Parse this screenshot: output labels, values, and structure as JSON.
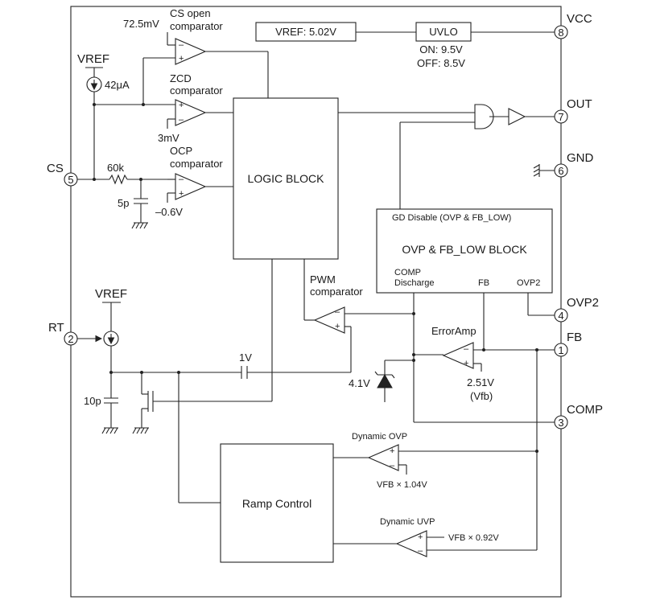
{
  "pins": {
    "vcc": {
      "name": "VCC",
      "num": "8"
    },
    "out": {
      "name": "OUT",
      "num": "7"
    },
    "gnd": {
      "name": "GND",
      "num": "6"
    },
    "cs": {
      "name": "CS",
      "num": "5"
    },
    "ovp2": {
      "name": "OVP2",
      "num": "4"
    },
    "rt": {
      "name": "RT",
      "num": "2"
    },
    "fb": {
      "name": "FB",
      "num": "1"
    },
    "comp": {
      "name": "COMP",
      "num": "3"
    }
  },
  "vref_box": "VREF: 5.02V",
  "uvlo": {
    "label": "UVLO",
    "on": "ON: 9.5V",
    "off": "OFF: 8.5V"
  },
  "vref_top": "VREF",
  "vref_current": "42μA",
  "vref_rt": "VREF",
  "cs_open": {
    "voltage": "72.5mV",
    "line1": "CS open",
    "line2": "comparator"
  },
  "zcd": {
    "line1": "ZCD",
    "line2": "comparator",
    "voltage": "3mV"
  },
  "ocp": {
    "line1": "OCP",
    "line2": "comparator",
    "voltage": "–0.6V"
  },
  "resistor": "60k",
  "cap_cs": "5p",
  "cap_rt": "10p",
  "logic_block": "LOGIC BLOCK",
  "ovp_block": {
    "gd_disable": "GD Disable (OVP & FB_LOW)",
    "title": "OVP & FB_LOW BLOCK",
    "comp_line1": "COMP",
    "comp_line2": "Discharge",
    "fb": "FB",
    "ovp2": "OVP2"
  },
  "pwm": {
    "line1": "PWM",
    "line2": "comparator"
  },
  "error_amp": {
    "label": "ErrorAmp",
    "voltage": "2.51V",
    "vfb": "(Vfb)"
  },
  "zener": "4.1V",
  "source_1v": "1V",
  "dynamic_ovp": {
    "label": "Dynamic OVP",
    "ref": "VFB × 1.04V"
  },
  "dynamic_uvp": {
    "label": "Dynamic UVP",
    "ref": "VFB × 0.92V"
  },
  "ramp_control": "Ramp Control",
  "plus": "+",
  "minus": "–"
}
